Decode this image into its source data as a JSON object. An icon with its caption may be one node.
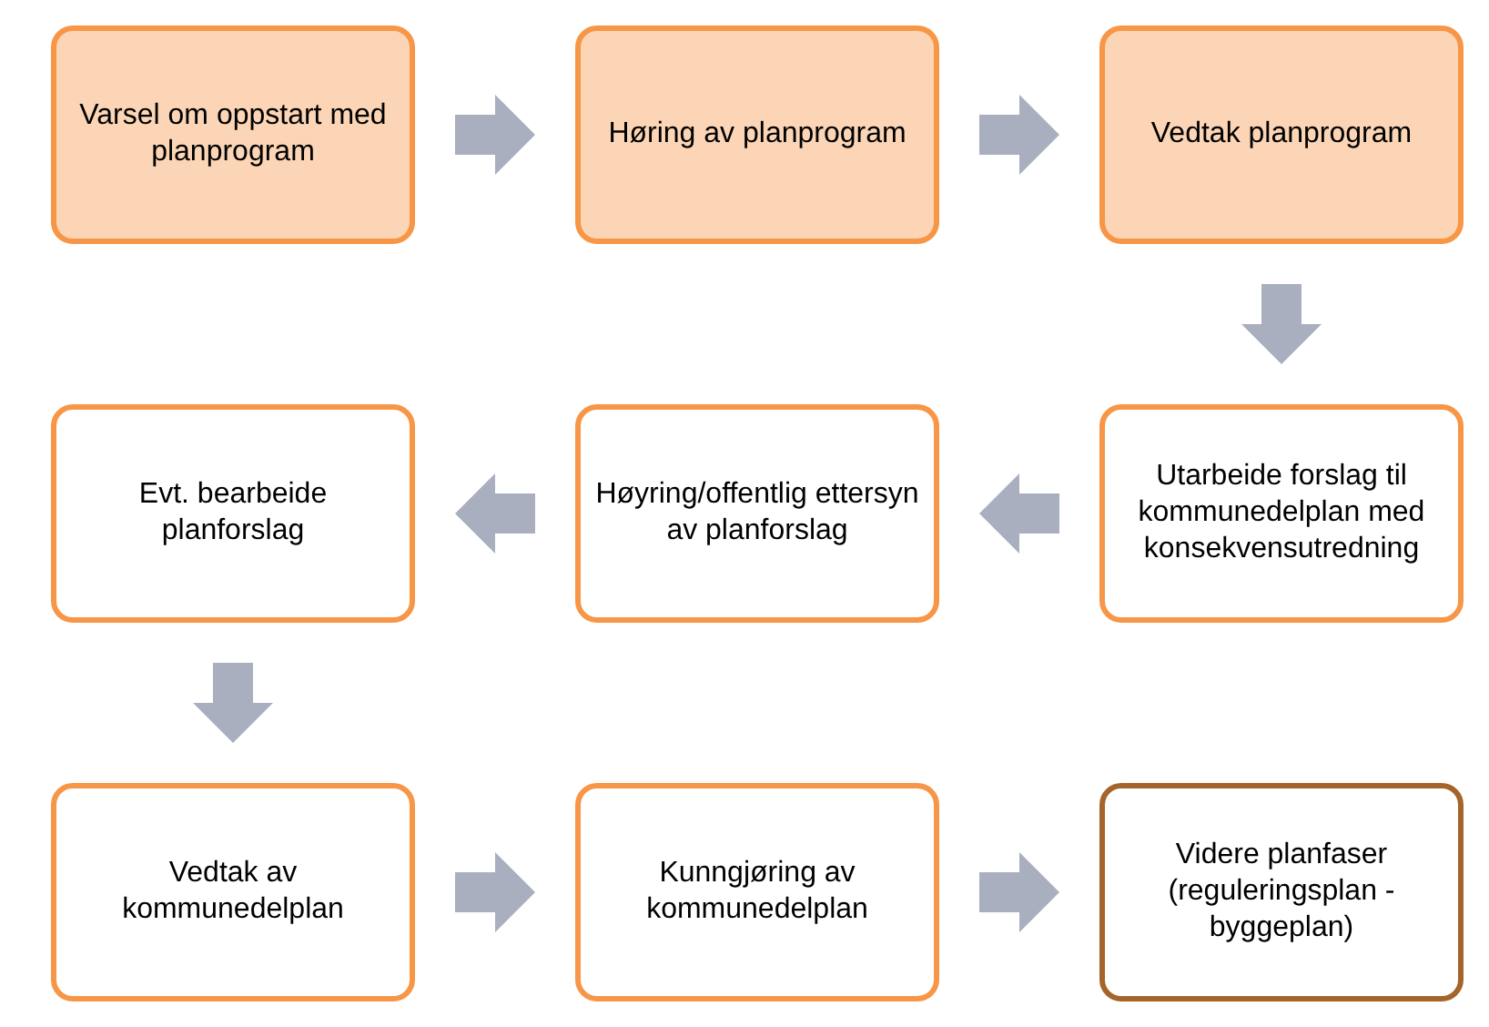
{
  "diagram": {
    "nodes": [
      {
        "text": [
          "Varsel om oppstart med planprogram"
        ]
      },
      {
        "text": [
          "Høring av planprogram"
        ]
      },
      {
        "text": [
          "Vedtak planprogram"
        ]
      },
      {
        "text": [
          "Evt. bearbeide planforslag"
        ]
      },
      {
        "text": [
          "Høyring/offentlig ettersyn av planforslag"
        ]
      },
      {
        "text": [
          "Utarbeide forslag til kommunedelplan med konsekvensutredning"
        ]
      },
      {
        "text": [
          "Vedtak av kommunedelplan"
        ]
      },
      {
        "text": [
          "Kunngjøring av kommunedelplan"
        ]
      },
      {
        "text": [
          "Videre planfaser (reguleringsplan - byggeplan)"
        ]
      }
    ],
    "edges": [
      {
        "from": 0,
        "to": 1,
        "arrow": "to"
      },
      {
        "from": 1,
        "to": 2,
        "arrow": "to"
      },
      {
        "from": 2,
        "to": 5,
        "arrow": "to"
      },
      {
        "from": 5,
        "to": 4,
        "arrow": "to"
      },
      {
        "from": 4,
        "to": 3,
        "arrow": "to"
      },
      {
        "from": 3,
        "to": 6,
        "arrow": "to"
      },
      {
        "from": 6,
        "to": 7,
        "arrow": "to"
      },
      {
        "from": 7,
        "to": 8,
        "arrow": "to"
      }
    ]
  }
}
